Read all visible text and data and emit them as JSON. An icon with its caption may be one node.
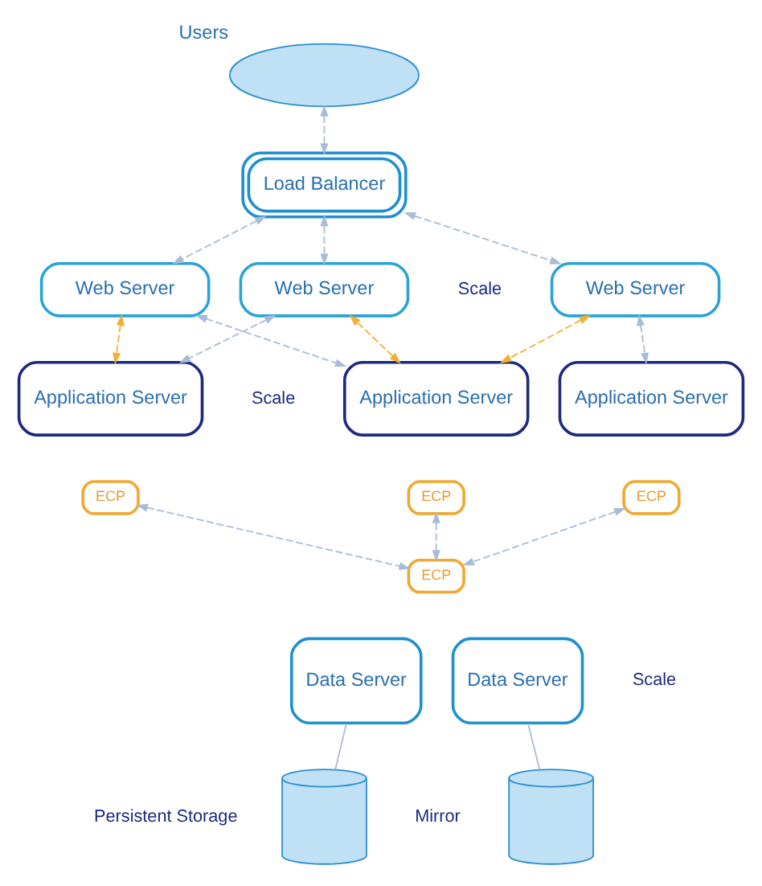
{
  "diagram": {
    "nodes": [
      {
        "text": [],
        "shape": "cloud",
        "beside": [
          "Users"
        ]
      },
      {
        "text": [
          "Load Balancer"
        ]
      },
      {
        "text": [
          "Web Server"
        ]
      },
      {
        "text": [
          "Web Server"
        ]
      },
      {
        "text": [
          "Web Server"
        ]
      },
      {
        "text": [
          "Application Server"
        ]
      },
      {
        "text": [
          "Application Server"
        ]
      },
      {
        "text": [
          "Application Server"
        ]
      },
      {
        "text": [
          "ECP"
        ]
      },
      {
        "text": [
          "ECP"
        ]
      },
      {
        "text": [
          "ECP"
        ]
      },
      {
        "text": [
          "ECP"
        ]
      },
      {
        "text": [
          "Data Server"
        ]
      },
      {
        "text": [
          "Data Server"
        ]
      },
      {
        "text": [],
        "shape": "cylinder"
      },
      {
        "text": [],
        "shape": "cylinder"
      }
    ],
    "edges": [
      {
        "from": 0,
        "to": 1,
        "arrow": "both",
        "style": "dashed"
      },
      {
        "from": 1,
        "to": 2,
        "arrow": "both",
        "style": "dashed"
      },
      {
        "from": 1,
        "to": 3,
        "arrow": "both",
        "style": "dashed"
      },
      {
        "from": 1,
        "to": 4,
        "arrow": "both",
        "style": "dashed"
      },
      {
        "from": 2,
        "to": 5,
        "arrow": "both",
        "style": "dashed"
      },
      {
        "from": 3,
        "to": 6,
        "arrow": "both",
        "style": "dashed"
      },
      {
        "from": 4,
        "to": 7,
        "arrow": "both",
        "style": "dashed"
      },
      {
        "from": 2,
        "to": 6,
        "arrow": "both",
        "style": "dashed",
        "color": "#f0b030"
      },
      {
        "from": 3,
        "to": 7,
        "arrow": "both",
        "style": "dashed",
        "color": "#f0b030"
      },
      {
        "from": 4,
        "to": 6,
        "arrow": "both",
        "style": "dashed",
        "color": "#f0b030"
      },
      {
        "from": 8,
        "to": 11,
        "arrow": "both",
        "style": "dashed"
      },
      {
        "from": 9,
        "to": 11,
        "arrow": "both",
        "style": "dashed"
      },
      {
        "from": 10,
        "to": 11,
        "arrow": "both",
        "style": "dashed"
      },
      {
        "from": 12,
        "to": 14,
        "arrow": "none"
      },
      {
        "from": 13,
        "to": 15,
        "arrow": "none"
      }
    ],
    "labels": [
      "Scale",
      "Scale",
      "Mirror",
      "Scale",
      "Persistent Storage"
    ]
  }
}
